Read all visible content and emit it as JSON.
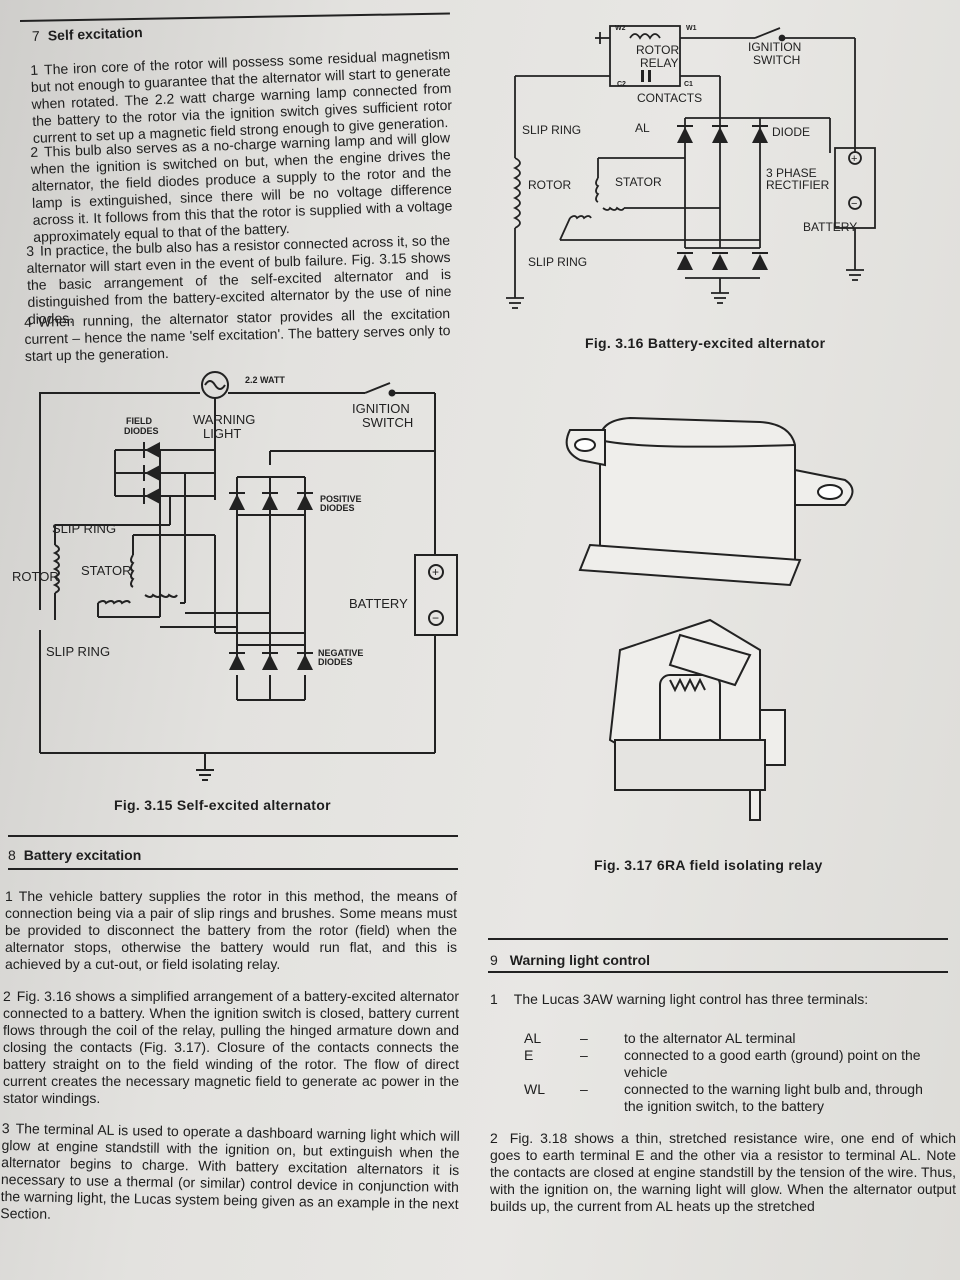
{
  "section7": {
    "number": "7",
    "title": "Self excitation",
    "paras": [
      {
        "n": "1",
        "text": "The iron core of the rotor will possess some residual magnetism but not enough to guarantee that the alternator will start to generate when rotated. The 2.2 watt charge warning lamp connected from the battery to the rotor via the ignition switch gives sufficient rotor current to set up a magnetic field strong enough to give generation."
      },
      {
        "n": "2",
        "text": "This bulb also serves as a no-charge warning lamp and will glow when the ignition is switched on but, when the engine drives the alternator, the field diodes produce a supply to the rotor and the lamp is extinguished, since there will be no voltage difference across it. It follows from this that the rotor is supplied with a voltage approximately equal to that of the battery."
      },
      {
        "n": "3",
        "text": "In practice, the bulb also has a resistor connected across it, so the alternator will start even in the event of bulb failure. Fig. 3.15 shows the basic arrangement of the self-excited alternator and is distinguished from the battery-excited alternator by the use of nine diodes."
      },
      {
        "n": "4",
        "text": "When running, the alternator stator provides all the excitation current – hence the name 'self excitation'. The battery serves only to start up the generation."
      }
    ]
  },
  "fig315": {
    "caption": "Fig. 3.15  Self-excited alternator",
    "labels": {
      "watt": "2.2 WATT",
      "warning": "WARNING",
      "light": "LIGHT",
      "field1": "FIELD",
      "field2": "DIODES",
      "ign1": "IGNITION",
      "ign2": "SWITCH",
      "pos1": "POSITIVE",
      "pos2": "DIODES",
      "slip_top": "SLIP RING",
      "rotor": "ROTOR",
      "stator": "STATOR",
      "battery": "BATTERY",
      "slip_bottom": "SLIP RING",
      "neg1": "NEGATIVE",
      "neg2": "DIODES",
      "plus": "+",
      "minus": "−"
    }
  },
  "section8": {
    "number": "8",
    "title": "Battery excitation",
    "paras": [
      {
        "n": "1",
        "text": "The vehicle battery supplies the rotor in this method, the means of connection being via a pair of slip rings and brushes. Some means must be provided to disconnect the battery from the rotor (field) when the alternator stops, otherwise the battery would run flat, and this is achieved by a cut-out, or field isolating relay."
      },
      {
        "n": "2",
        "text": "Fig. 3.16 shows a simplified arrangement of a battery-excited alternator connected to a battery. When the ignition switch is closed, battery current flows through the coil of the relay, pulling the hinged armature down and closing the contacts (Fig. 3.17). Closure of the contacts connects the battery straight on to the field winding of the rotor. The flow of direct current creates the necessary magnetic field to generate ac power in the stator windings."
      },
      {
        "n": "3",
        "text": "The terminal AL is used to operate a dashboard warning light which will glow at engine standstill with the ignition on, but extinguish when the alternator begins to charge. With battery excitation alternators it is necessary to use a thermal (or similar) control device in conjunction with the warning light, the Lucas system being given as an example in the next Section."
      }
    ]
  },
  "fig316": {
    "caption": "Fig. 3.16  Battery-excited alternator",
    "labels": {
      "w2": "W2",
      "w1": "W1",
      "relay1": "ROTOR",
      "relay2": "RELAY",
      "c2": "C2",
      "c1": "C1",
      "contacts": "CONTACTS",
      "ign1": "IGNITION",
      "ign2": "SWITCH",
      "slip_top": "SLIP RING",
      "al": "AL",
      "diode": "DIODE",
      "rotor": "ROTOR",
      "stator": "STATOR",
      "rect1": "3 PHASE",
      "rect2": "RECTIFIER",
      "battery": "BATTERY",
      "slip_bottom": "SLIP RING",
      "plus": "+",
      "minus": "−"
    }
  },
  "fig317": {
    "caption": "Fig. 3.17  6RA field isolating relay"
  },
  "section9": {
    "number": "9",
    "title": "Warning light control",
    "intro_n": "1",
    "intro": "The Lucas 3AW warning light control has three terminals:",
    "terminals": [
      {
        "code": "AL",
        "dash": "–",
        "desc": "to the alternator AL terminal"
      },
      {
        "code": "E",
        "dash": "–",
        "desc": "connected to a good earth (ground) point on the vehicle"
      },
      {
        "code": "WL",
        "dash": "–",
        "desc": "connected to the warning light bulb and, through the ignition switch, to the battery"
      }
    ],
    "para2_n": "2",
    "para2": "Fig. 3.18 shows a thin, stretched resistance wire, one end of which goes to earth terminal E and the other via a resistor to terminal AL. Note the contacts are closed at engine standstill by the tension of the wire. Thus, with the ignition on, the warning light will glow. When the alternator output builds up, the current from AL heats up the stretched"
  }
}
